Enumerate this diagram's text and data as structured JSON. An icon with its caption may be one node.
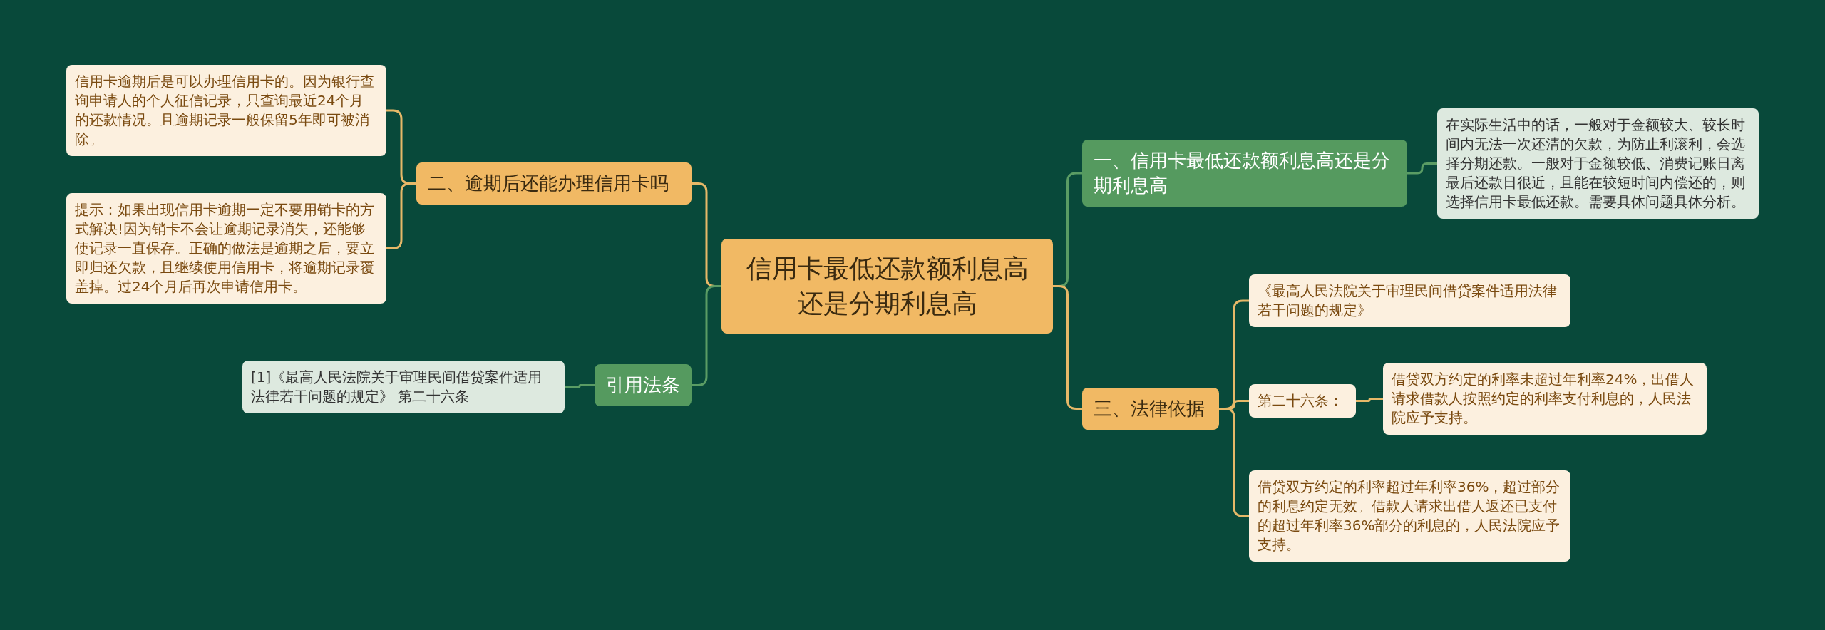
{
  "diagram": {
    "nodes": [
      {
        "text": [
          "信用卡最低还款额利息高还是分期利息高"
        ]
      },
      {
        "text": [
          "二、逾期后还能办理信用卡吗"
        ]
      },
      {
        "text": [
          "信用卡逾期后是可以办理信用卡的。因为银行查询申请人的个人征信记录，只查询最近24个月的还款情况。且逾期记录一般保留5年即可被消除。"
        ]
      },
      {
        "text": [
          "提示：如果出现信用卡逾期一定不要用销卡的方式解决!因为销卡不会让逾期记录消失，还能够使记录一直保存。正确的做法是逾期之后，要立即归还欠款，且继续使用信用卡，将逾期记录覆盖掉。过24个月后再次申请信用卡。"
        ]
      },
      {
        "text": [
          "引用法条"
        ]
      },
      {
        "text": [
          "[1]《最高人民法院关于审理民间借贷案件适用法律若干问题的规定》 第二十六条"
        ]
      },
      {
        "text": [
          "一、信用卡最低还款额利息高还是分期利息高"
        ]
      },
      {
        "text": [
          "在实际生活中的话，一般对于金额较大、较长时间内无法一次还清的欠款，为防止利滚利，会选择分期还款。一般对于金额较低、消费记账日离最后还款日很近，且能在较短时间内偿还的，则选择信用卡最低还款。需要具体问题具体分析。"
        ]
      },
      {
        "text": [
          "三、法律依据"
        ]
      },
      {
        "text": [
          "《最高人民法院关于审理民间借贷案件适用法律若干问题的规定》"
        ]
      },
      {
        "text": [
          "第二十六条："
        ]
      },
      {
        "text": [
          "借贷双方约定的利率未超过年利率24%，出借人请求借款人按照约定的利率支付利息的，人民法院应予支持。"
        ]
      },
      {
        "text": [
          "借贷双方约定的利率超过年利率36%，超过部分的利息约定无效。借款人请求出借人返还已支付的超过年利率36%部分的利息的，人民法院应予支持。"
        ]
      }
    ],
    "edges": [
      {
        "from": 0,
        "to": 1,
        "arrow": "none"
      },
      {
        "from": 1,
        "to": 2,
        "arrow": "none"
      },
      {
        "from": 1,
        "to": 3,
        "arrow": "none"
      },
      {
        "from": 0,
        "to": 4,
        "arrow": "none",
        "color": "#5a9c64"
      },
      {
        "from": 4,
        "to": 5,
        "arrow": "none",
        "color": "#5a9c64"
      },
      {
        "from": 0,
        "to": 6,
        "arrow": "none",
        "color": "#5a9c64"
      },
      {
        "from": 6,
        "to": 7,
        "arrow": "none",
        "color": "#5a9c64"
      },
      {
        "from": 0,
        "to": 8,
        "arrow": "none"
      },
      {
        "from": 8,
        "to": 9,
        "arrow": "none"
      },
      {
        "from": 8,
        "to": 10,
        "arrow": "none"
      },
      {
        "from": 10,
        "to": 11,
        "arrow": "none"
      },
      {
        "from": 8,
        "to": 12,
        "arrow": "none"
      }
    ]
  }
}
